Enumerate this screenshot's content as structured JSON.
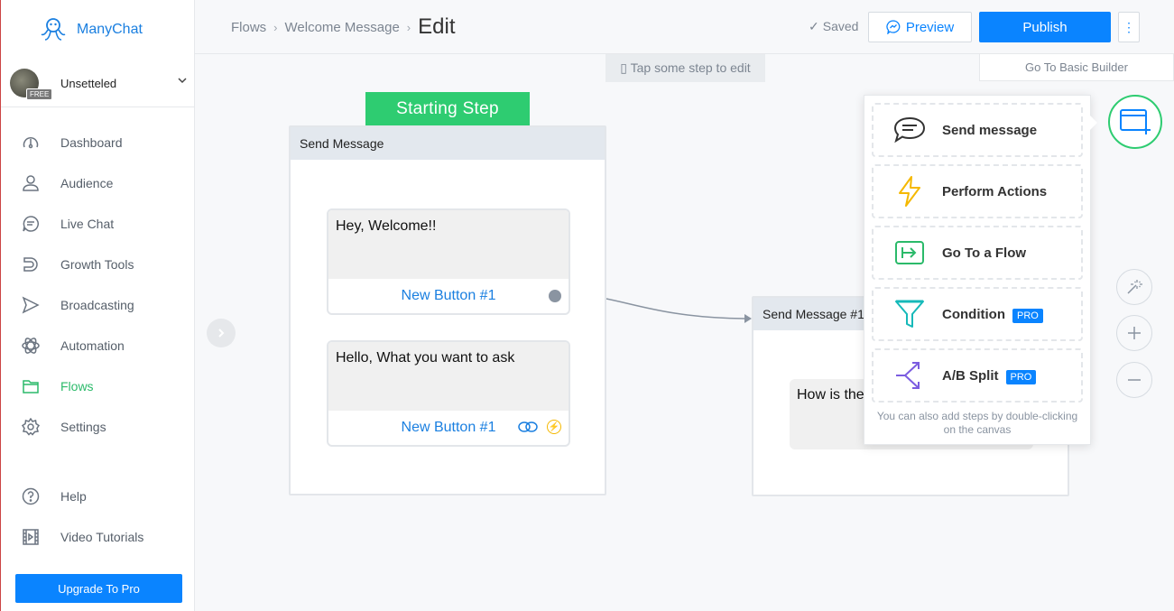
{
  "app": {
    "name": "ManyChat"
  },
  "account": {
    "name": "Unsetteled",
    "plan_badge": "FREE"
  },
  "sidebar": {
    "items": [
      {
        "label": "Dashboard",
        "icon": "dashboard-icon"
      },
      {
        "label": "Audience",
        "icon": "user-icon"
      },
      {
        "label": "Live Chat",
        "icon": "chat-icon"
      },
      {
        "label": "Growth Tools",
        "icon": "magnet-icon"
      },
      {
        "label": "Broadcasting",
        "icon": "send-icon"
      },
      {
        "label": "Automation",
        "icon": "atom-icon"
      },
      {
        "label": "Flows",
        "icon": "folder-icon",
        "active": true
      },
      {
        "label": "Settings",
        "icon": "gear-icon"
      },
      {
        "label": "Help",
        "icon": "help-icon"
      },
      {
        "label": "Video Tutorials",
        "icon": "film-icon"
      }
    ],
    "upgrade_label": "Upgrade To Pro"
  },
  "header": {
    "crumbs": [
      "Flows",
      "Welcome Message"
    ],
    "current": "Edit",
    "saved_label": "Saved",
    "preview_label": "Preview",
    "publish_label": "Publish",
    "more_label": "⋮",
    "basic_builder_label": "Go To Basic Builder"
  },
  "canvas": {
    "hint": "▯ Tap some step to edit",
    "starting_step_label": "Starting Step",
    "node1": {
      "title": "Send Message",
      "messages": [
        {
          "text": "Hey, Welcome!!",
          "button": "New Button #1"
        },
        {
          "text": "Hello, What you want to ask",
          "button": "New Button #1"
        }
      ]
    },
    "node2": {
      "title": "Send Message #1",
      "message": "How is the"
    }
  },
  "popup": {
    "options": [
      {
        "label": "Send message",
        "icon": "message-icon"
      },
      {
        "label": "Perform Actions",
        "icon": "bolt-icon"
      },
      {
        "label": "Go To a Flow",
        "icon": "flow-enter-icon"
      },
      {
        "label": "Condition",
        "icon": "funnel-icon",
        "pro": "PRO"
      },
      {
        "label": "A/B Split",
        "icon": "split-icon",
        "pro": "PRO"
      }
    ],
    "footer": "You can also add steps by double-clicking on the canvas"
  },
  "colors": {
    "accent": "#0a84ff",
    "green": "#2ecc71",
    "lightning": "#f5b800",
    "purple": "#7b5ce0",
    "teal": "#16b9b9"
  }
}
